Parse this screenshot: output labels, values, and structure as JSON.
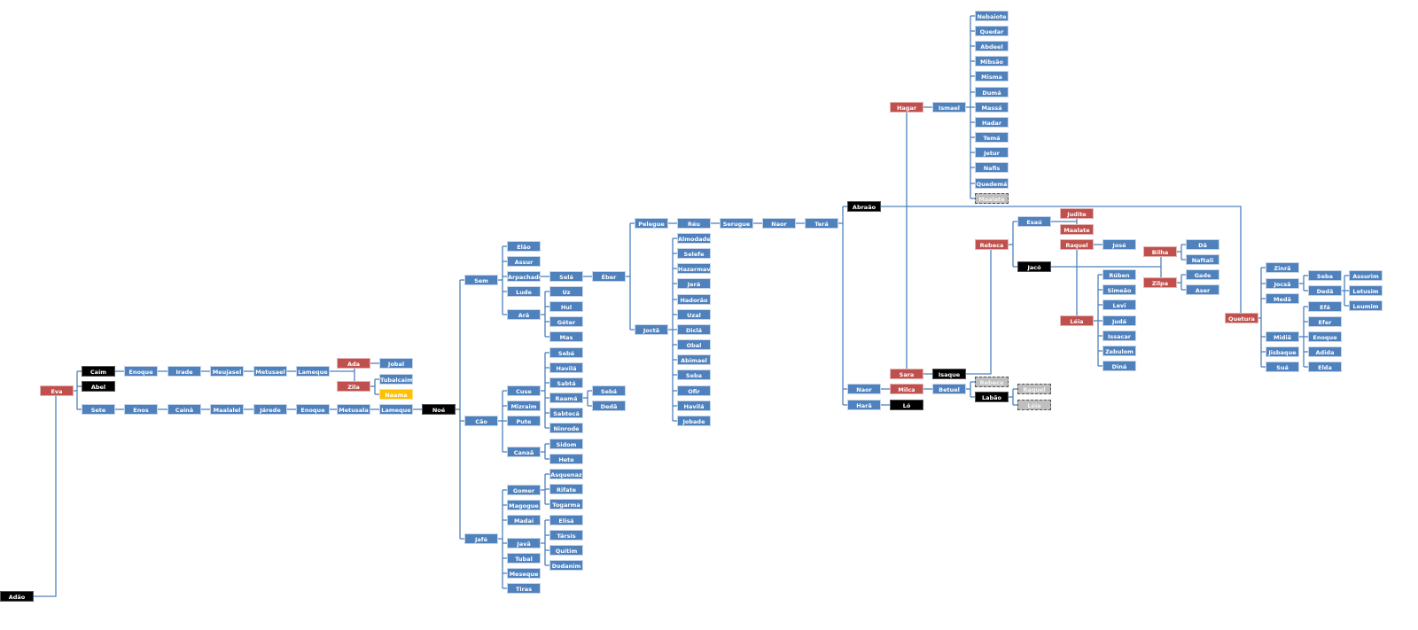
{
  "colors": {
    "blue": "#4f81bd",
    "red": "#c0504d",
    "black": "#000000",
    "gold": "#ffc000",
    "gray": "#bfbfbf",
    "line": "#4f81bd"
  },
  "nodes": [
    {
      "id": "adao",
      "label": "Adão",
      "kind": "black"
    },
    {
      "id": "eva",
      "label": "Eva",
      "kind": "red"
    },
    {
      "id": "caim",
      "label": "Caim",
      "kind": "black"
    },
    {
      "id": "abel",
      "label": "Abel",
      "kind": "black"
    },
    {
      "id": "sete",
      "label": "Sete",
      "kind": "blue"
    },
    {
      "id": "enoque1",
      "label": "Enoque",
      "kind": "blue"
    },
    {
      "id": "irade",
      "label": "Irade",
      "kind": "blue"
    },
    {
      "id": "meujasel",
      "label": "Meujasel",
      "kind": "blue"
    },
    {
      "id": "metusael",
      "label": "Metusael",
      "kind": "blue"
    },
    {
      "id": "lameque1",
      "label": "Lameque",
      "kind": "blue"
    },
    {
      "id": "ada",
      "label": "Ada",
      "kind": "red"
    },
    {
      "id": "zila",
      "label": "Zila",
      "kind": "red"
    },
    {
      "id": "jobal",
      "label": "Jobal",
      "kind": "blue"
    },
    {
      "id": "tubalcaim",
      "label": "Tubalcaim",
      "kind": "blue"
    },
    {
      "id": "naama",
      "label": "Naama",
      "kind": "gold"
    },
    {
      "id": "enos",
      "label": "Enos",
      "kind": "blue"
    },
    {
      "id": "caina",
      "label": "Cainã",
      "kind": "blue"
    },
    {
      "id": "maalalel",
      "label": "Maalalel",
      "kind": "blue"
    },
    {
      "id": "jarede",
      "label": "Járede",
      "kind": "blue"
    },
    {
      "id": "enoque2",
      "label": "Enoque",
      "kind": "blue"
    },
    {
      "id": "metusala",
      "label": "Metusala",
      "kind": "blue"
    },
    {
      "id": "lameque2",
      "label": "Lameque",
      "kind": "blue"
    },
    {
      "id": "noe",
      "label": "Noé",
      "kind": "black"
    },
    {
      "id": "sem",
      "label": "Sem",
      "kind": "blue"
    },
    {
      "id": "cao",
      "label": "Cão",
      "kind": "blue"
    },
    {
      "id": "jafe",
      "label": "Jafé",
      "kind": "blue"
    },
    {
      "id": "elao",
      "label": "Elão",
      "kind": "blue"
    },
    {
      "id": "assur",
      "label": "Assur",
      "kind": "blue"
    },
    {
      "id": "arpachade",
      "label": "Arpachade",
      "kind": "blue"
    },
    {
      "id": "lude",
      "label": "Lude",
      "kind": "blue"
    },
    {
      "id": "ara",
      "label": "Arã",
      "kind": "blue"
    },
    {
      "id": "sela",
      "label": "Selá",
      "kind": "blue"
    },
    {
      "id": "eber",
      "label": "Éber",
      "kind": "blue"
    },
    {
      "id": "uz",
      "label": "Uz",
      "kind": "blue"
    },
    {
      "id": "hul",
      "label": "Hul",
      "kind": "blue"
    },
    {
      "id": "geter",
      "label": "Géter",
      "kind": "blue"
    },
    {
      "id": "mas",
      "label": "Mas",
      "kind": "blue"
    },
    {
      "id": "pelegue",
      "label": "Pelegue",
      "kind": "blue"
    },
    {
      "id": "jocta",
      "label": "Joctã",
      "kind": "blue"
    },
    {
      "id": "reu",
      "label": "Réu",
      "kind": "blue"
    },
    {
      "id": "serugue",
      "label": "Serugue",
      "kind": "blue"
    },
    {
      "id": "naor1",
      "label": "Naor",
      "kind": "blue"
    },
    {
      "id": "tera",
      "label": "Terá",
      "kind": "blue"
    },
    {
      "id": "almodade",
      "label": "Almodade",
      "kind": "blue"
    },
    {
      "id": "selefe",
      "label": "Selefe",
      "kind": "blue"
    },
    {
      "id": "hazarmavete",
      "label": "Hazarmavete",
      "kind": "blue"
    },
    {
      "id": "jera",
      "label": "Jerá",
      "kind": "blue"
    },
    {
      "id": "hadorao",
      "label": "Hadorão",
      "kind": "blue"
    },
    {
      "id": "uzal",
      "label": "Uzal",
      "kind": "blue"
    },
    {
      "id": "dicla",
      "label": "Diclá",
      "kind": "blue"
    },
    {
      "id": "obal",
      "label": "Obal",
      "kind": "blue"
    },
    {
      "id": "abimael",
      "label": "Abimael",
      "kind": "blue"
    },
    {
      "id": "seba1",
      "label": "Seba",
      "kind": "blue"
    },
    {
      "id": "ofir",
      "label": "Ofir",
      "kind": "blue"
    },
    {
      "id": "havila1",
      "label": "Havilá",
      "kind": "blue"
    },
    {
      "id": "jobade",
      "label": "Jobade",
      "kind": "blue"
    },
    {
      "id": "cuse",
      "label": "Cuse",
      "kind": "blue"
    },
    {
      "id": "mizraim",
      "label": "Mizraim",
      "kind": "blue"
    },
    {
      "id": "pute",
      "label": "Pute",
      "kind": "blue"
    },
    {
      "id": "canaa",
      "label": "Canaã",
      "kind": "blue"
    },
    {
      "id": "seba2",
      "label": "Sebá",
      "kind": "blue"
    },
    {
      "id": "havila2",
      "label": "Havilá",
      "kind": "blue"
    },
    {
      "id": "sabta",
      "label": "Sabtá",
      "kind": "blue"
    },
    {
      "id": "raama",
      "label": "Raamá",
      "kind": "blue"
    },
    {
      "id": "sabteca",
      "label": "Sabtecá",
      "kind": "blue"
    },
    {
      "id": "ninrode",
      "label": "Ninrode",
      "kind": "blue"
    },
    {
      "id": "seba3",
      "label": "Sebá",
      "kind": "blue"
    },
    {
      "id": "deda1",
      "label": "Dedã",
      "kind": "blue"
    },
    {
      "id": "sidom",
      "label": "Sidom",
      "kind": "blue"
    },
    {
      "id": "hete",
      "label": "Hete",
      "kind": "blue"
    },
    {
      "id": "gomer",
      "label": "Gomer",
      "kind": "blue"
    },
    {
      "id": "magogue",
      "label": "Magogue",
      "kind": "blue"
    },
    {
      "id": "madai",
      "label": "Madai",
      "kind": "blue"
    },
    {
      "id": "java",
      "label": "Javã",
      "kind": "blue"
    },
    {
      "id": "tubal",
      "label": "Tubal",
      "kind": "blue"
    },
    {
      "id": "meseque",
      "label": "Meseque",
      "kind": "blue"
    },
    {
      "id": "tiras",
      "label": "Tiras",
      "kind": "blue"
    },
    {
      "id": "asquenaz",
      "label": "Asquenaz",
      "kind": "blue"
    },
    {
      "id": "rifate",
      "label": "Rifate",
      "kind": "blue"
    },
    {
      "id": "togarma",
      "label": "Togarma",
      "kind": "blue"
    },
    {
      "id": "elisa",
      "label": "Elisá",
      "kind": "blue"
    },
    {
      "id": "tarsis",
      "label": "Társis",
      "kind": "blue"
    },
    {
      "id": "quitim",
      "label": "Quitim",
      "kind": "blue"
    },
    {
      "id": "dodanim",
      "label": "Dodanim",
      "kind": "blue"
    },
    {
      "id": "abraao",
      "label": "Abraão",
      "kind": "black"
    },
    {
      "id": "naor2",
      "label": "Naor",
      "kind": "blue"
    },
    {
      "id": "hara",
      "label": "Harã",
      "kind": "blue"
    },
    {
      "id": "hagar",
      "label": "Hagar",
      "kind": "red"
    },
    {
      "id": "ismael",
      "label": "Ismael",
      "kind": "blue"
    },
    {
      "id": "nebaiote",
      "label": "Nebaiote",
      "kind": "blue"
    },
    {
      "id": "quedar",
      "label": "Quedar",
      "kind": "blue"
    },
    {
      "id": "abdeel",
      "label": "Abdeel",
      "kind": "blue"
    },
    {
      "id": "mibsao",
      "label": "Mibsão",
      "kind": "blue"
    },
    {
      "id": "misma",
      "label": "Misma",
      "kind": "blue"
    },
    {
      "id": "duma",
      "label": "Dumá",
      "kind": "blue"
    },
    {
      "id": "massa",
      "label": "Massá",
      "kind": "blue"
    },
    {
      "id": "hadar",
      "label": "Hadar",
      "kind": "blue"
    },
    {
      "id": "tema",
      "label": "Temá",
      "kind": "blue"
    },
    {
      "id": "jetur",
      "label": "Jetur",
      "kind": "blue"
    },
    {
      "id": "nafis",
      "label": "Nafis",
      "kind": "blue"
    },
    {
      "id": "quedema",
      "label": "Quedemá",
      "kind": "blue"
    },
    {
      "id": "maalate1",
      "label": "Maalate",
      "kind": "gray"
    },
    {
      "id": "sara",
      "label": "Sara",
      "kind": "red"
    },
    {
      "id": "isaque",
      "label": "Isaque",
      "kind": "black"
    },
    {
      "id": "milca",
      "label": "Milca",
      "kind": "red"
    },
    {
      "id": "betuel",
      "label": "Betuel",
      "kind": "blue"
    },
    {
      "id": "lo",
      "label": "Ló",
      "kind": "black"
    },
    {
      "id": "rebeca_ref",
      "label": "Rebeca",
      "kind": "gray"
    },
    {
      "id": "labao",
      "label": "Labão",
      "kind": "black"
    },
    {
      "id": "raquel_ref",
      "label": "Raquel",
      "kind": "gray"
    },
    {
      "id": "leia_ref",
      "label": "Léia",
      "kind": "gray"
    },
    {
      "id": "rebeca",
      "label": "Rebeca",
      "kind": "red"
    },
    {
      "id": "esau",
      "label": "Esaú",
      "kind": "blue"
    },
    {
      "id": "jaco",
      "label": "Jacó",
      "kind": "black"
    },
    {
      "id": "judite",
      "label": "Judite",
      "kind": "red"
    },
    {
      "id": "maalate2",
      "label": "Maalate",
      "kind": "red"
    },
    {
      "id": "raquel",
      "label": "Raquel",
      "kind": "red"
    },
    {
      "id": "jose",
      "label": "José",
      "kind": "blue"
    },
    {
      "id": "leia",
      "label": "Léia",
      "kind": "red"
    },
    {
      "id": "ruben",
      "label": "Rúben",
      "kind": "blue"
    },
    {
      "id": "simeao",
      "label": "Simeão",
      "kind": "blue"
    },
    {
      "id": "levi",
      "label": "Levi",
      "kind": "blue"
    },
    {
      "id": "juda",
      "label": "Judá",
      "kind": "blue"
    },
    {
      "id": "issacar",
      "label": "Issacar",
      "kind": "blue"
    },
    {
      "id": "zebulom",
      "label": "Zebulom",
      "kind": "blue"
    },
    {
      "id": "dina",
      "label": "Diná",
      "kind": "blue"
    },
    {
      "id": "bilha",
      "label": "Bilha",
      "kind": "red"
    },
    {
      "id": "zilpa",
      "label": "Zilpa",
      "kind": "red"
    },
    {
      "id": "da",
      "label": "Dã",
      "kind": "blue"
    },
    {
      "id": "naftali",
      "label": "Naftali",
      "kind": "blue"
    },
    {
      "id": "gade",
      "label": "Gade",
      "kind": "blue"
    },
    {
      "id": "aser",
      "label": "Aser",
      "kind": "blue"
    },
    {
      "id": "quetura",
      "label": "Quetura",
      "kind": "red"
    },
    {
      "id": "zinra",
      "label": "Zinrã",
      "kind": "blue"
    },
    {
      "id": "jocsa",
      "label": "Jocsã",
      "kind": "blue"
    },
    {
      "id": "meda",
      "label": "Medã",
      "kind": "blue"
    },
    {
      "id": "midia",
      "label": "Midiã",
      "kind": "blue"
    },
    {
      "id": "jisbaque",
      "label": "Jisbaque",
      "kind": "blue"
    },
    {
      "id": "sua",
      "label": "Suá",
      "kind": "blue"
    },
    {
      "id": "seba4",
      "label": "Seba",
      "kind": "blue"
    },
    {
      "id": "deda2",
      "label": "Dedã",
      "kind": "blue"
    },
    {
      "id": "efa",
      "label": "Efá",
      "kind": "blue"
    },
    {
      "id": "efer",
      "label": "Efer",
      "kind": "blue"
    },
    {
      "id": "enoque3",
      "label": "Enoque",
      "kind": "blue"
    },
    {
      "id": "adida",
      "label": "Adida",
      "kind": "blue"
    },
    {
      "id": "elda",
      "label": "Elda",
      "kind": "blue"
    },
    {
      "id": "assurim",
      "label": "Assurim",
      "kind": "blue"
    },
    {
      "id": "letusim",
      "label": "Letusim",
      "kind": "blue"
    },
    {
      "id": "leumim",
      "label": "Leumim",
      "kind": "blue"
    }
  ]
}
